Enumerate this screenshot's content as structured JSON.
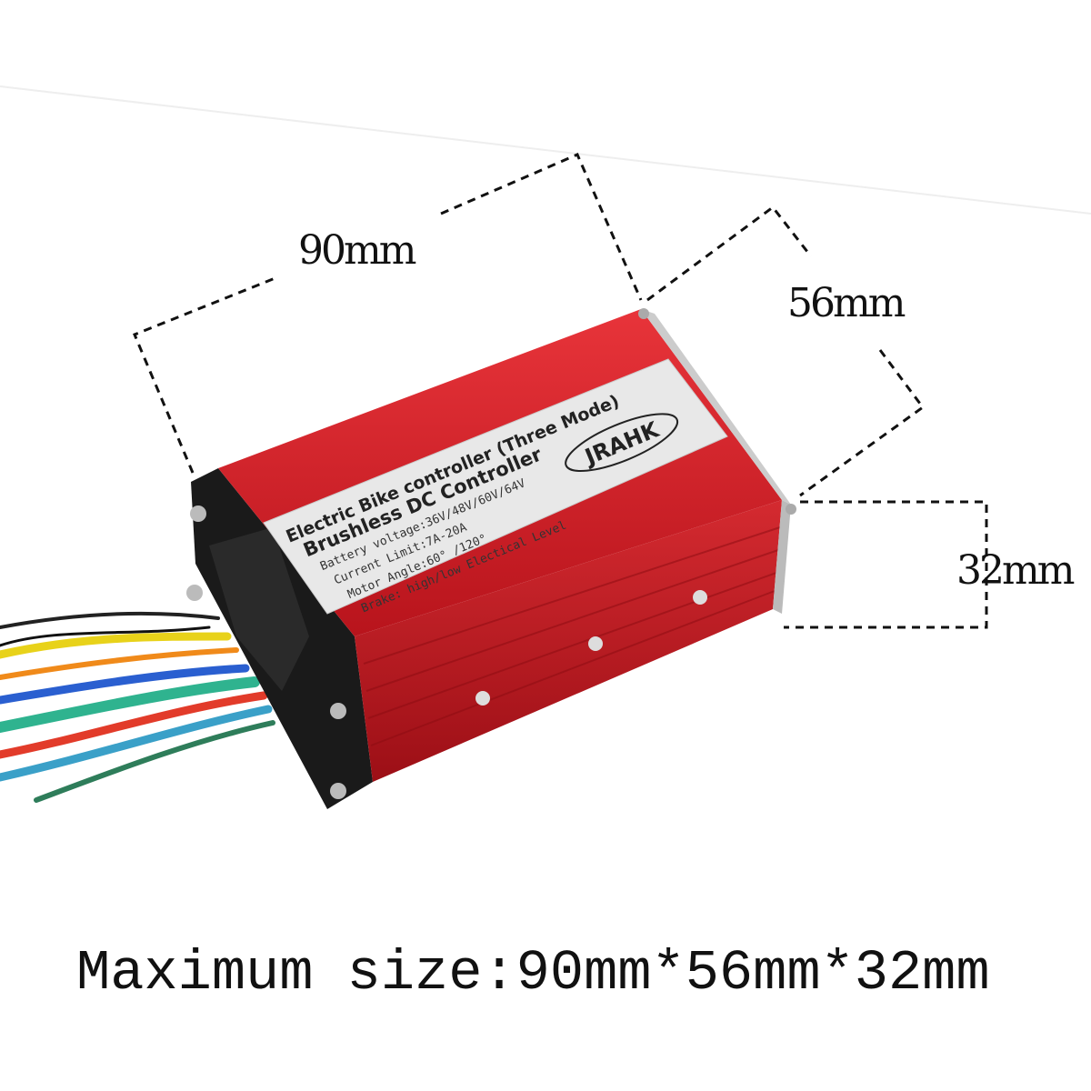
{
  "dimensions": {
    "length": "90mm",
    "width": "56mm",
    "height": "32mm"
  },
  "caption": "Maximum size:90mm*56mm*32mm",
  "label": {
    "line1": "Electric Bike controller (Three Mode)",
    "line2": "Brushless DC Controller",
    "line3": "Battery voltage:36V/48V/60V/64V",
    "line4": "Current Limit:7A-20A",
    "line5": "Motor Angle:60° /120°",
    "line6": "Brake: high/low Electical Level",
    "brand": "JRAHK"
  },
  "colors": {
    "body": "#d8232a",
    "cap": "#1a1a1a",
    "label": "#e8e8e8"
  }
}
